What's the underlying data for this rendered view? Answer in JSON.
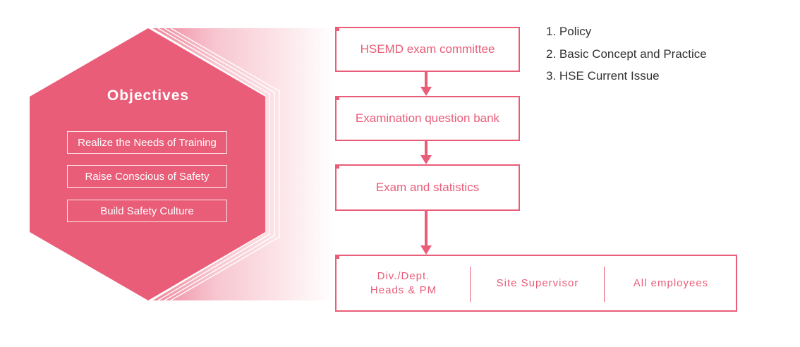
{
  "colors": {
    "accent": "#e95d78",
    "text_dark": "#333333"
  },
  "objectives": {
    "title": "Objectives",
    "items": [
      "Realize the Needs of Training",
      "Raise Conscious of Safety",
      "Build Safety Culture"
    ]
  },
  "flow": {
    "steps": [
      "HSEMD exam committee",
      "Examination question bank",
      "Exam and statistics"
    ],
    "targets": [
      "Div./Dept.\nHeads & PM",
      "Site Supervisor",
      "All employees"
    ]
  },
  "topics": [
    "1. Policy",
    "2. Basic Concept and Practice",
    "3. HSE Current Issue"
  ]
}
